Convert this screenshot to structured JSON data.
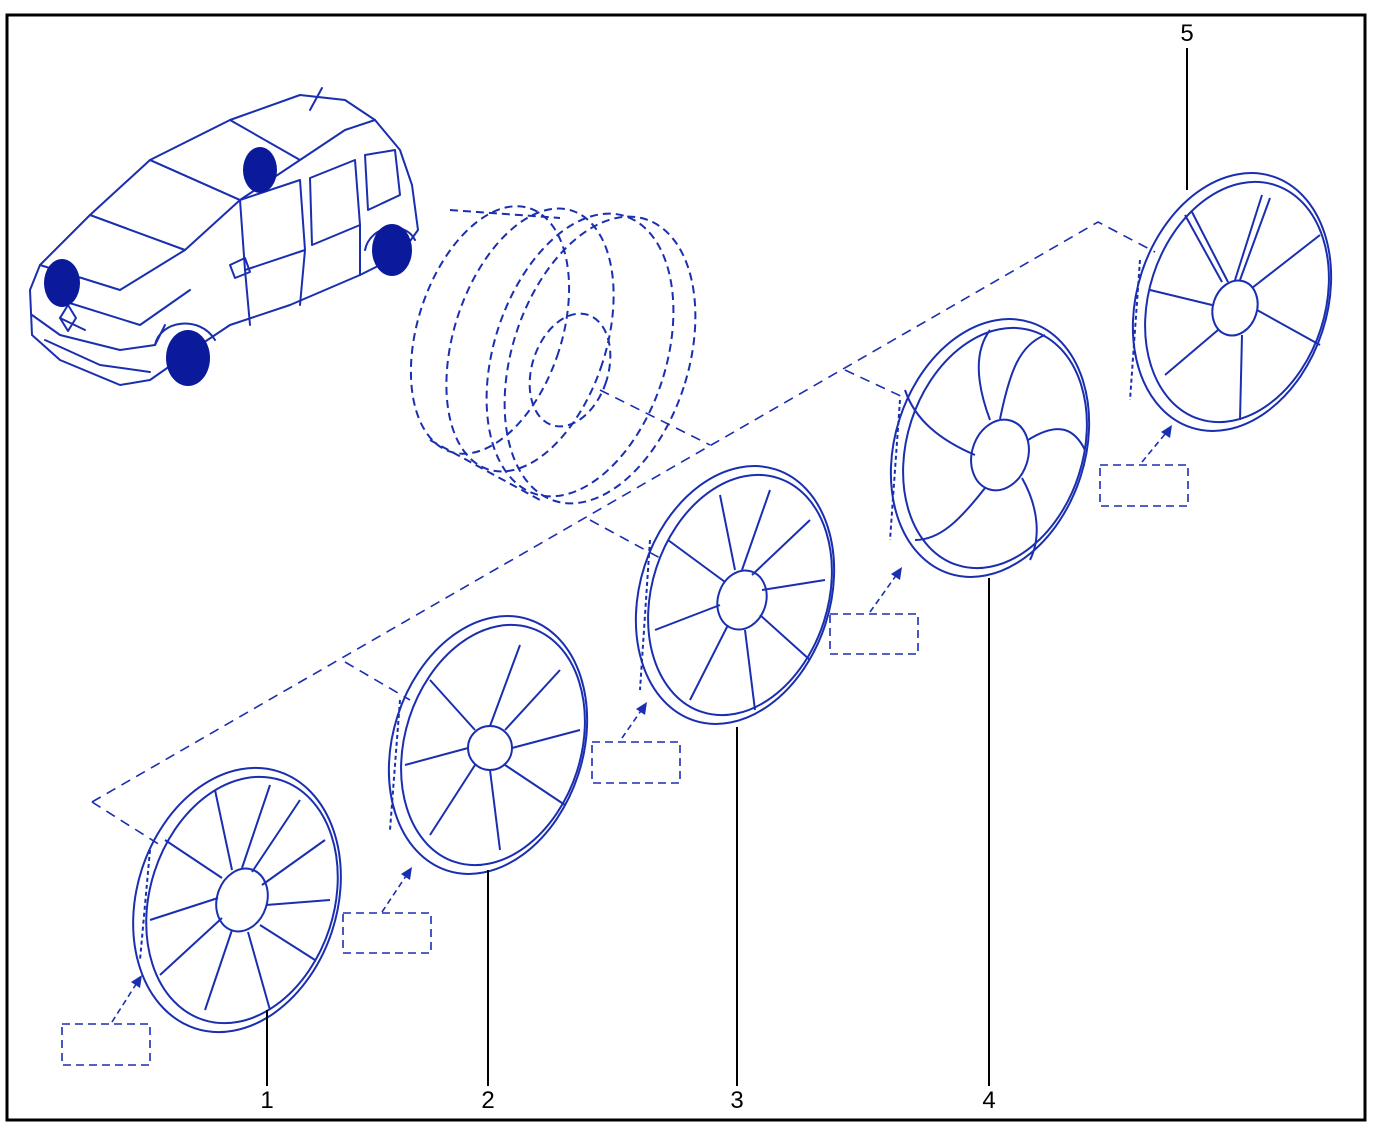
{
  "colors": {
    "line": "#1a2fb0",
    "fill_dot": "#0a1a9a",
    "frame": "#000000",
    "background": "#ffffff"
  },
  "callouts": [
    {
      "label": "1"
    },
    {
      "label": "2"
    },
    {
      "label": "3"
    },
    {
      "label": "4"
    },
    {
      "label": "5"
    }
  ]
}
